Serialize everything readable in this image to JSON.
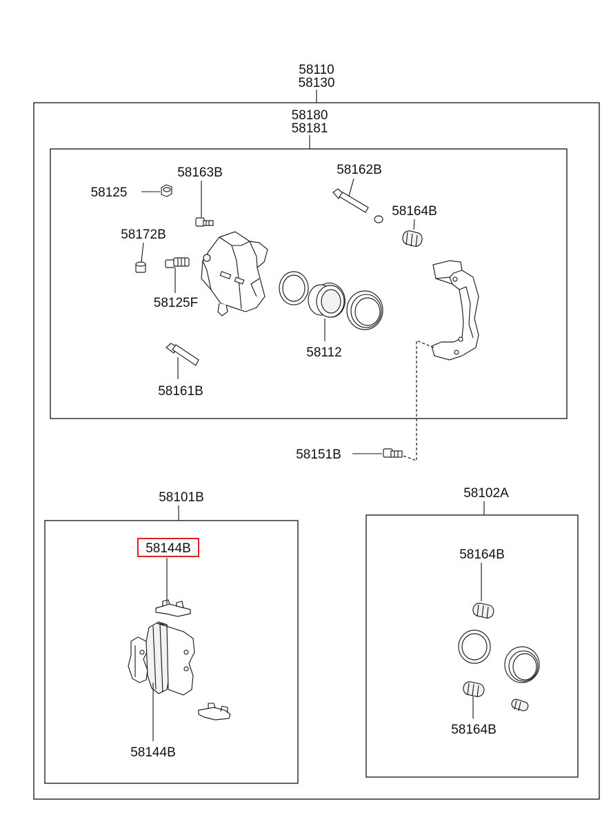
{
  "parts": {
    "top_assembly": [
      "58110",
      "58130"
    ],
    "caliper_assembly": [
      "58180",
      "58181"
    ],
    "p_58125": "58125",
    "p_58163B": "58163B",
    "p_58162B": "58162B",
    "p_58164B_top": "58164B",
    "p_58172B": "58172B",
    "p_58125F": "58125F",
    "p_58112": "58112",
    "p_58161B": "58161B",
    "p_58151B": "58151B",
    "p_58101B": "58101B",
    "p_58144B_highlighted": "58144B",
    "p_58144B_lower": "58144B",
    "p_58102A": "58102A",
    "p_58164B_kit_upper": "58164B",
    "p_58164B_kit_lower": "58164B"
  },
  "highlight_color": "#e02020"
}
